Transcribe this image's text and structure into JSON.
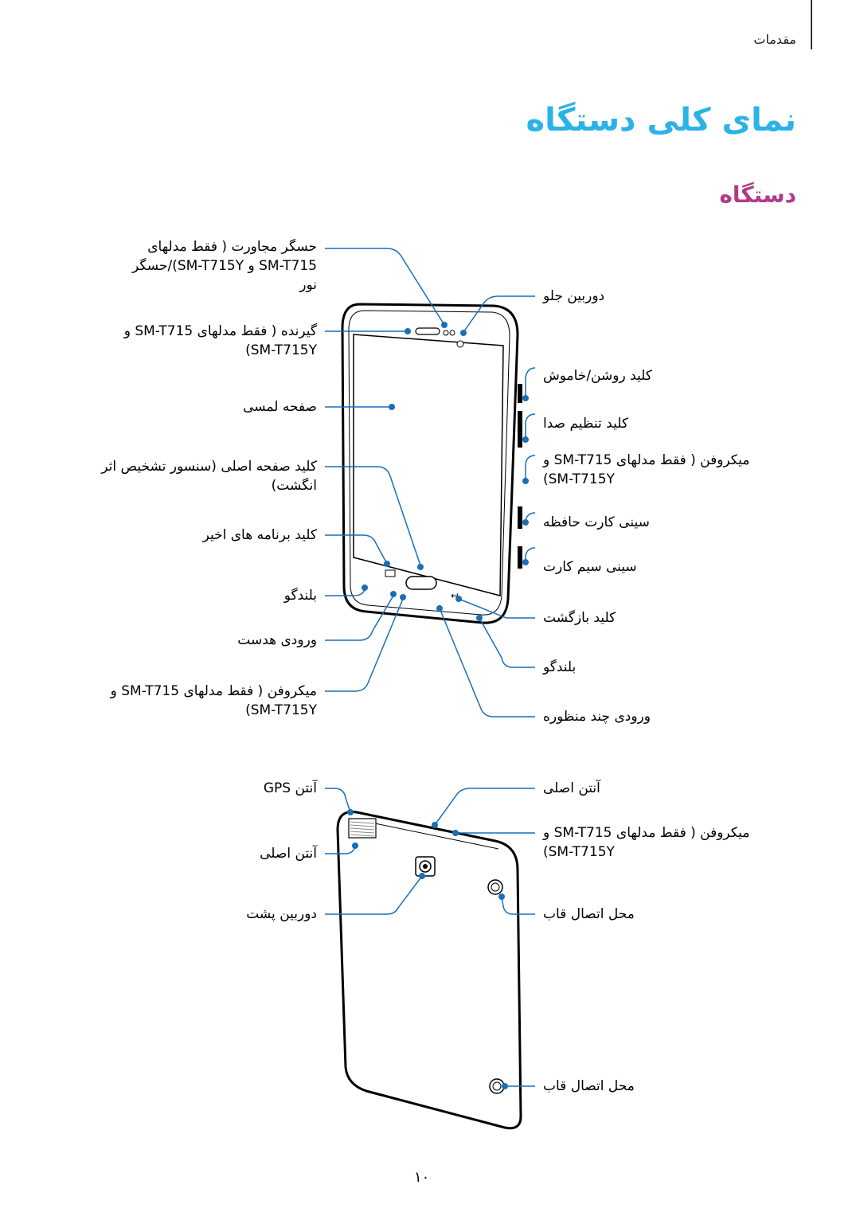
{
  "header": {
    "section": "مقدمات"
  },
  "page_title": "نمای کلی دستگاه",
  "section_title": "دستگاه",
  "front_labels_left": [
    {
      "id": "proximity",
      "lines": [
        "حسگر مجاورت ( فقط مدلهای",
        "SM-T715 و SM-T715Y)/حسگر",
        "نور"
      ]
    },
    {
      "id": "earpiece",
      "lines": [
        "گیرنده ( فقط مدلهای SM-T715 و",
        "SM-T715Y)"
      ]
    },
    {
      "id": "touchscreen",
      "lines": [
        "صفحه لمسی"
      ]
    },
    {
      "id": "home-key",
      "lines": [
        "کلید صفحه اصلی (سنسور تشخیص اثر",
        "انگشت)"
      ]
    },
    {
      "id": "recent-apps",
      "lines": [
        "کلید برنامه های اخیر"
      ]
    },
    {
      "id": "speaker-left",
      "lines": [
        "بلندگو"
      ]
    },
    {
      "id": "headset-jack",
      "lines": [
        "ورودی هدست"
      ]
    },
    {
      "id": "mic-bottom",
      "lines": [
        "میکروفن ( فقط مدلهای SM-T715 و",
        "SM-T715Y)"
      ]
    }
  ],
  "front_labels_right": [
    {
      "id": "front-camera",
      "lines": [
        "دوربین جلو"
      ]
    },
    {
      "id": "power-key",
      "lines": [
        "کلید روشن/خاموش"
      ]
    },
    {
      "id": "volume-key",
      "lines": [
        "کلید تنظیم صدا"
      ]
    },
    {
      "id": "mic-side",
      "lines": [
        "میکروفن ( فقط مدلهای SM-T715 و",
        "SM-T715Y)"
      ]
    },
    {
      "id": "memory-card-tray",
      "lines": [
        "سینی کارت حافظه"
      ]
    },
    {
      "id": "sim-tray",
      "lines": [
        "سینی سیم کارت"
      ]
    },
    {
      "id": "back-key",
      "lines": [
        "کلید بازگشت"
      ]
    },
    {
      "id": "speaker-right",
      "lines": [
        "بلندگو"
      ]
    },
    {
      "id": "multipurpose-jack",
      "lines": [
        "ورودی چند منظوره"
      ]
    }
  ],
  "back_labels_left": [
    {
      "id": "gps-antenna",
      "lines": [
        "آنتن GPS"
      ]
    },
    {
      "id": "main-antenna-left",
      "lines": [
        "آنتن اصلی"
      ]
    },
    {
      "id": "rear-camera",
      "lines": [
        "دوربین پشت"
      ]
    }
  ],
  "back_labels_right": [
    {
      "id": "main-antenna-right",
      "lines": [
        "آنتن اصلی"
      ]
    },
    {
      "id": "mic-top",
      "lines": [
        "میکروفن ( فقط مدلهای SM-T715 و",
        "SM-T715Y)"
      ]
    },
    {
      "id": "cover-attach-1",
      "lines": [
        "محل اتصال قاب"
      ]
    },
    {
      "id": "cover-attach-2",
      "lines": [
        "محل اتصال قاب"
      ]
    }
  ],
  "page_number": "۱۰",
  "colors": {
    "title": "#2bb3e6",
    "section": "#b03a8a",
    "callout": "#1a6fb5"
  }
}
